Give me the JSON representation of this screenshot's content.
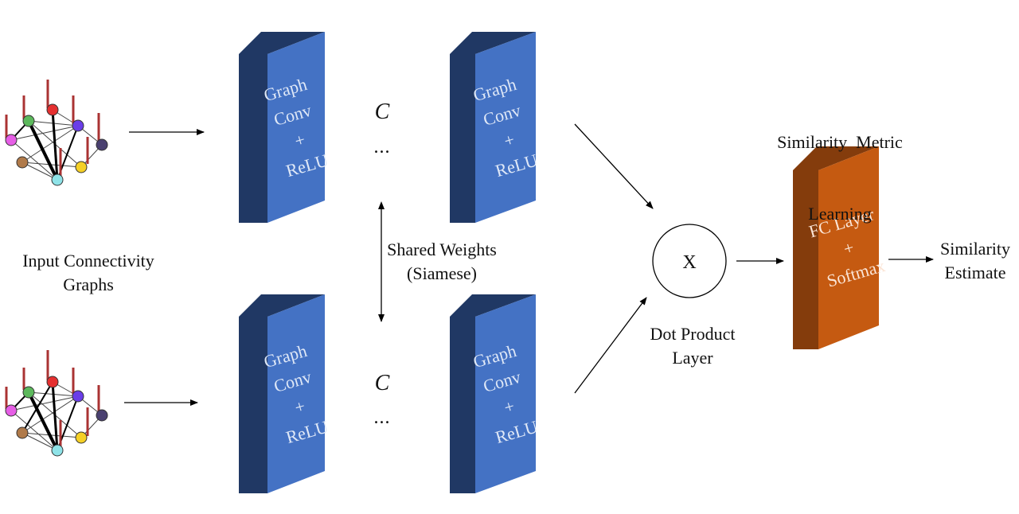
{
  "input_label": [
    "Input Connectivity",
    "Graphs"
  ],
  "gc_block_text": [
    "Graph",
    "Conv",
    "+",
    "ReLU"
  ],
  "fc_block_text": [
    "FC Layer",
    "+",
    "Softmax"
  ],
  "c_symbol": "C",
  "ellipsis": "...",
  "shared_weights": [
    "Shared Weights",
    "(Siamese)"
  ],
  "dot_symbol": "X",
  "dot_product_label": [
    "Dot Product",
    "Layer"
  ],
  "similarity_metric_label": [
    "Similarity  Metric",
    "Learning"
  ],
  "output_label": [
    "Similarity",
    "Estimate"
  ],
  "colors": {
    "gc_front": "#4472C4",
    "gc_side": "#203864",
    "fc_front": "#C55A11",
    "fc_side": "#843C0C",
    "block_text": "#dfe8f7",
    "fc_text": "#fbe5d6"
  }
}
